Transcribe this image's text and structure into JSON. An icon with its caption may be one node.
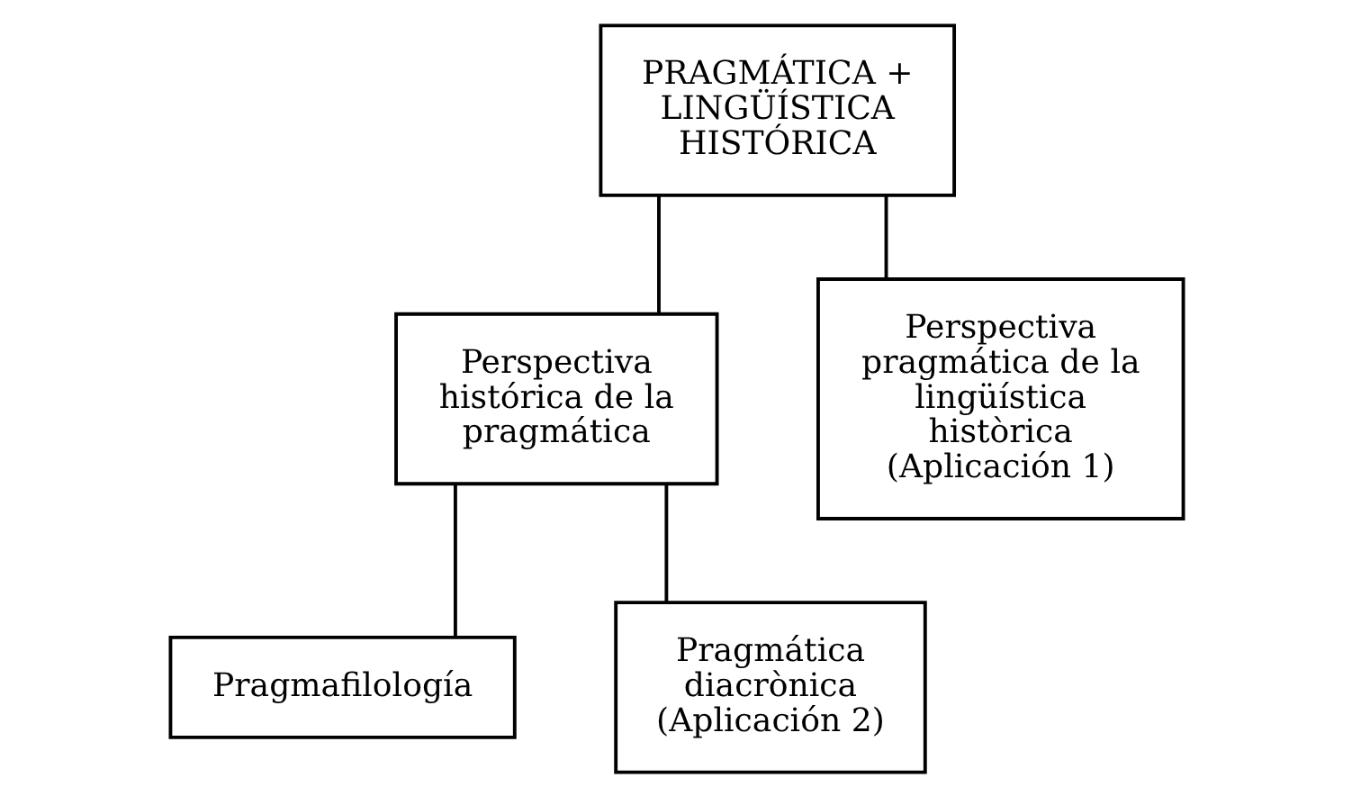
{
  "diagram": {
    "nodes": [
      {
        "text": [
          "PRAGMÁTICA + LINGÜÍSTICA HISTÓRICA"
        ]
      },
      {
        "text": [
          "Perspectiva histórica de la pragmática"
        ]
      },
      {
        "text": [
          "Perspectiva pragmática de la lingüística històrica",
          "(Aplicación 1)"
        ]
      },
      {
        "text": [
          "Pragmafilología"
        ]
      },
      {
        "text": [
          "Pragmática diacrònica",
          "(Aplicación 2)"
        ]
      }
    ],
    "edges": [
      {
        "from": 0,
        "to": 1,
        "arrow": "none"
      },
      {
        "from": 0,
        "to": 2,
        "arrow": "none"
      },
      {
        "from": 1,
        "to": 3,
        "arrow": "none"
      },
      {
        "from": 1,
        "to": 4,
        "arrow": "none"
      }
    ]
  }
}
